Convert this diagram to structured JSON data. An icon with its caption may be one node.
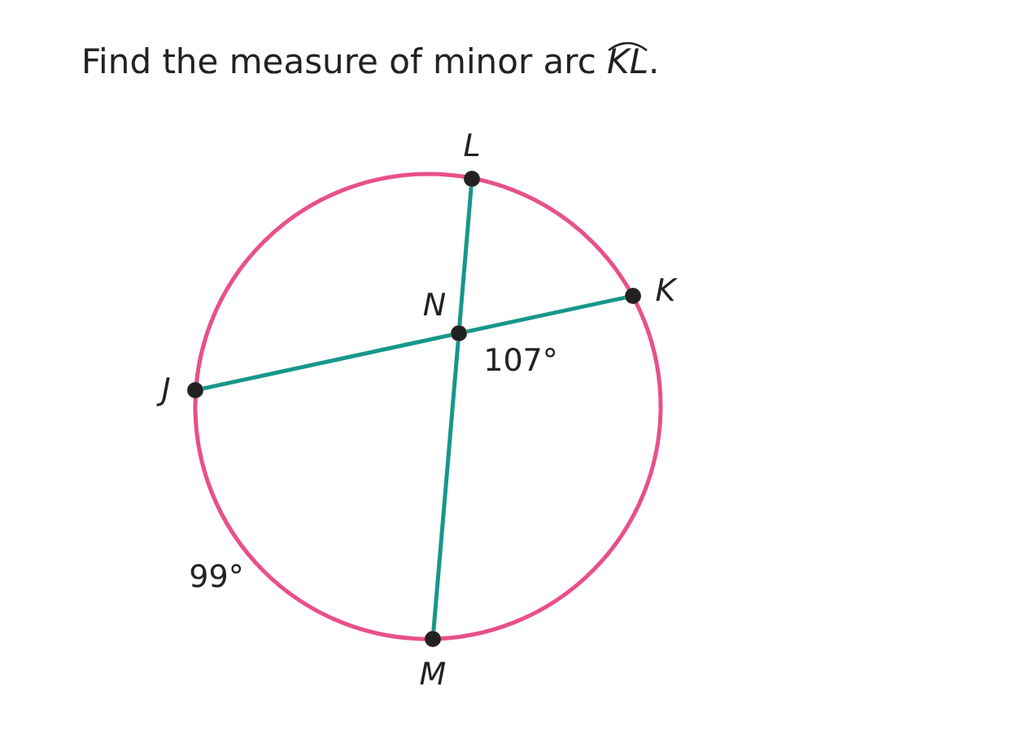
{
  "diagram": {
    "title": "Find the measure of minor arc *KL*.",
    "nodes": [
      {
        "text": [],
        "shape": "circle",
        "beside": [
          "L"
        ]
      },
      {
        "text": [],
        "shape": "circle",
        "beside": [
          "K"
        ]
      },
      {
        "text": [],
        "shape": "circle",
        "beside": [
          "N"
        ]
      },
      {
        "text": [],
        "shape": "circle",
        "beside": [
          "J"
        ]
      },
      {
        "text": [],
        "shape": "circle",
        "beside": [
          "M"
        ]
      }
    ],
    "edges": [
      {
        "from": 3,
        "to": 2,
        "arrow": "none"
      },
      {
        "from": 2,
        "to": 1,
        "arrow": "none"
      },
      {
        "from": 0,
        "to": 2,
        "arrow": "none"
      },
      {
        "from": 2,
        "to": 4,
        "arrow": "none"
      }
    ],
    "labels": [
      "107°",
      "99°"
    ]
  }
}
